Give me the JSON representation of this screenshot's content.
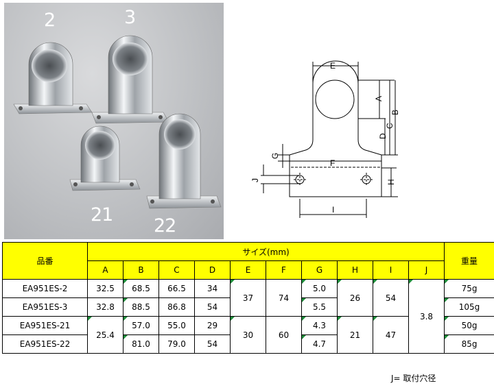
{
  "photo": {
    "labels": [
      "2",
      "3",
      "21",
      "22"
    ]
  },
  "diagram": {
    "dimension_labels": [
      "E",
      "A",
      "B",
      "C",
      "D",
      "G",
      "F",
      "J",
      "H",
      "I"
    ]
  },
  "table": {
    "product_header": "品番",
    "size_header": "サイズ(mm)",
    "weight_header": "重量",
    "columns": [
      "A",
      "B",
      "C",
      "D",
      "E",
      "F",
      "G",
      "H",
      "I",
      "J"
    ],
    "rows": [
      {
        "name": "EA951ES-2",
        "A": "32.5",
        "B": "68.5",
        "C": "66.5",
        "D": "34",
        "G": "5.0",
        "weight": "75g"
      },
      {
        "name": "EA951ES-3",
        "A": "32.8",
        "B": "88.5",
        "C": "86.8",
        "D": "54",
        "G": "5.5",
        "weight": "105g"
      },
      {
        "name": "EA951ES-21",
        "B": "57.0",
        "C": "55.0",
        "D": "29",
        "G": "4.3",
        "weight": "50g"
      },
      {
        "name": "EA951ES-22",
        "B": "81.0",
        "C": "79.0",
        "D": "54",
        "G": "4.7",
        "weight": "85g"
      }
    ],
    "merged": {
      "A_21_22": "25.4",
      "E_2_3": "37",
      "F_2_3": "74",
      "H_2_3": "26",
      "I_2_3": "54",
      "E_21_22": "30",
      "F_21_22": "60",
      "H_21_22": "21",
      "I_21_22": "47",
      "J_all": "3.8"
    }
  },
  "note": "J= 取付穴径"
}
